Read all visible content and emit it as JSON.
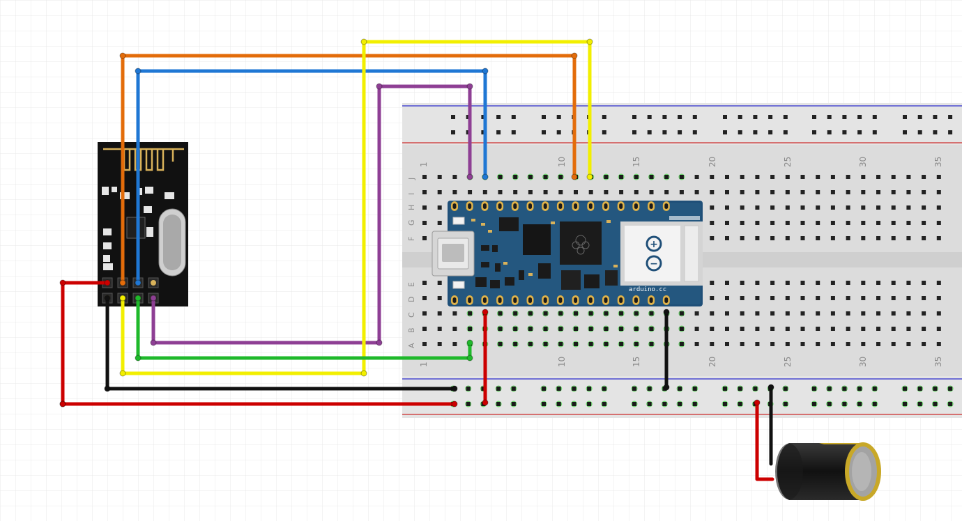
{
  "breadboard": {
    "column_numbers": [
      "1",
      "10",
      "15",
      "20",
      "25",
      "30",
      "35"
    ],
    "row_letters_top": [
      "J",
      "I",
      "H",
      "G",
      "F"
    ],
    "row_letters_bottom": [
      "E",
      "D",
      "C",
      "B",
      "A"
    ]
  },
  "arduino": {
    "brand_text": "arduino.cc",
    "logo_plus": "+",
    "logo_minus": "−"
  },
  "wire_colors": {
    "orange": "#e36c0a",
    "blue": "#1f77d4",
    "purple": "#8e3f94",
    "yellow": "#f2ef00",
    "green": "#1fb92b",
    "black": "#111111",
    "red": "#cc0000"
  },
  "components": [
    {
      "name": "nRF24L01 radio module",
      "pins": 8
    },
    {
      "name": "Arduino Nano RP2040 Connect"
    },
    {
      "name": "Electrolytic capacitor"
    }
  ]
}
